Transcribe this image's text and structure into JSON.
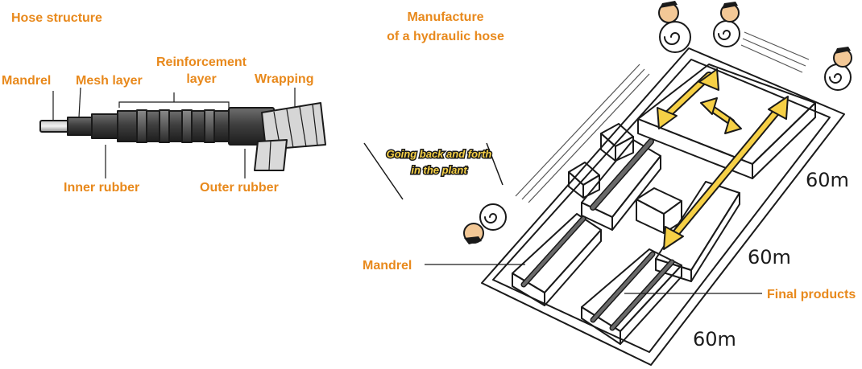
{
  "hose_structure": {
    "title": "Hose structure",
    "labels": {
      "mandrel": "Mandrel",
      "mesh_layer": "Mesh layer",
      "reinforcement_line1": "Reinforcement",
      "reinforcement_line2": "layer",
      "wrapping": "Wrapping",
      "inner_rubber": "Inner rubber",
      "outer_rubber": "Outer rubber"
    }
  },
  "manufacture": {
    "title_line1": "Manufacture",
    "title_line2": "of a hydraulic hose",
    "caption_line1": "Going back and forth",
    "caption_line2": "in the plant",
    "mandrel_label": "Mandrel",
    "final_products_label": "Final products",
    "dimensions": [
      "60m",
      "60m",
      "60m"
    ]
  },
  "colors": {
    "label_orange": "#e8891c",
    "arrow_yellow": "#f6d046",
    "line_black": "#1a1a1a"
  }
}
